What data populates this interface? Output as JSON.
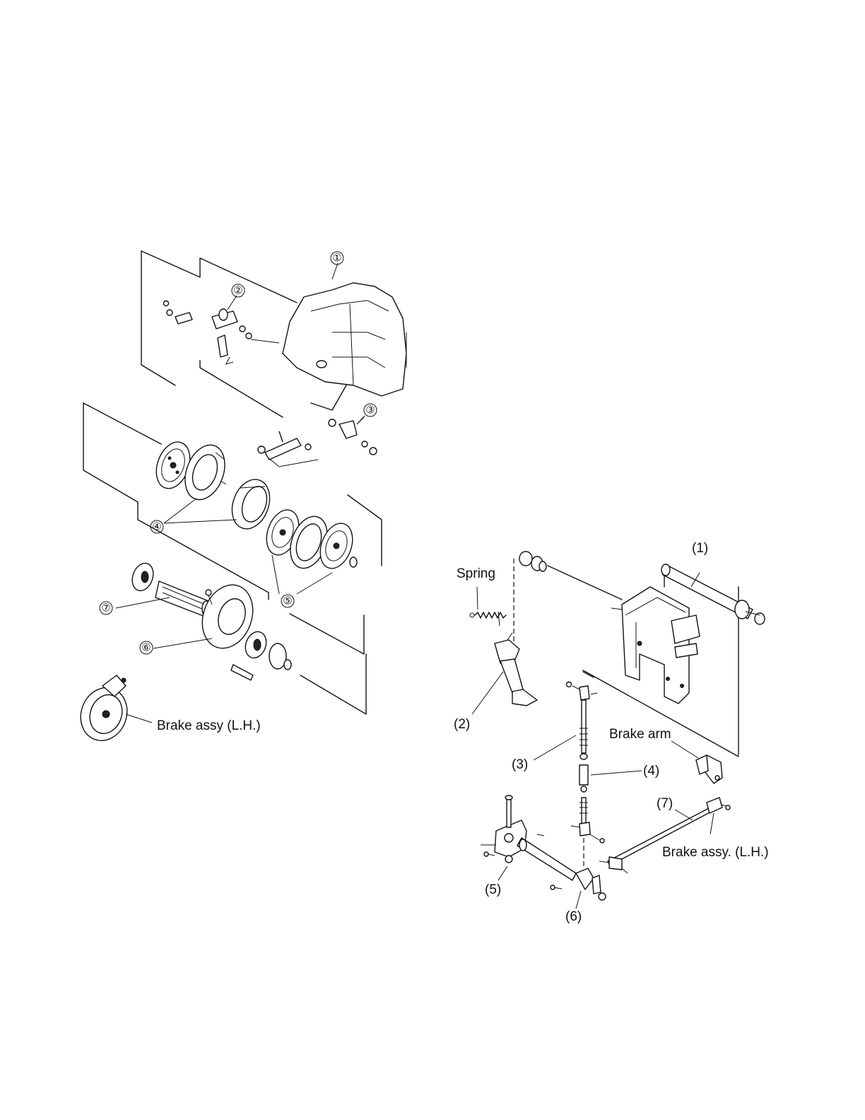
{
  "left_diagram": {
    "callouts": [
      "①",
      "②",
      "③",
      "④",
      "⑤",
      "⑥",
      "⑦"
    ],
    "brake_assy_label": "Brake assy (L.H.)"
  },
  "right_diagram": {
    "labels": {
      "spring": "Spring",
      "brake_arm": "Brake arm",
      "brake_assy": "Brake assy. (L.H.)"
    },
    "callouts": [
      "(1)",
      "(2)",
      "(3)",
      "(4)",
      "(5)",
      "(6)",
      "(7)"
    ]
  }
}
